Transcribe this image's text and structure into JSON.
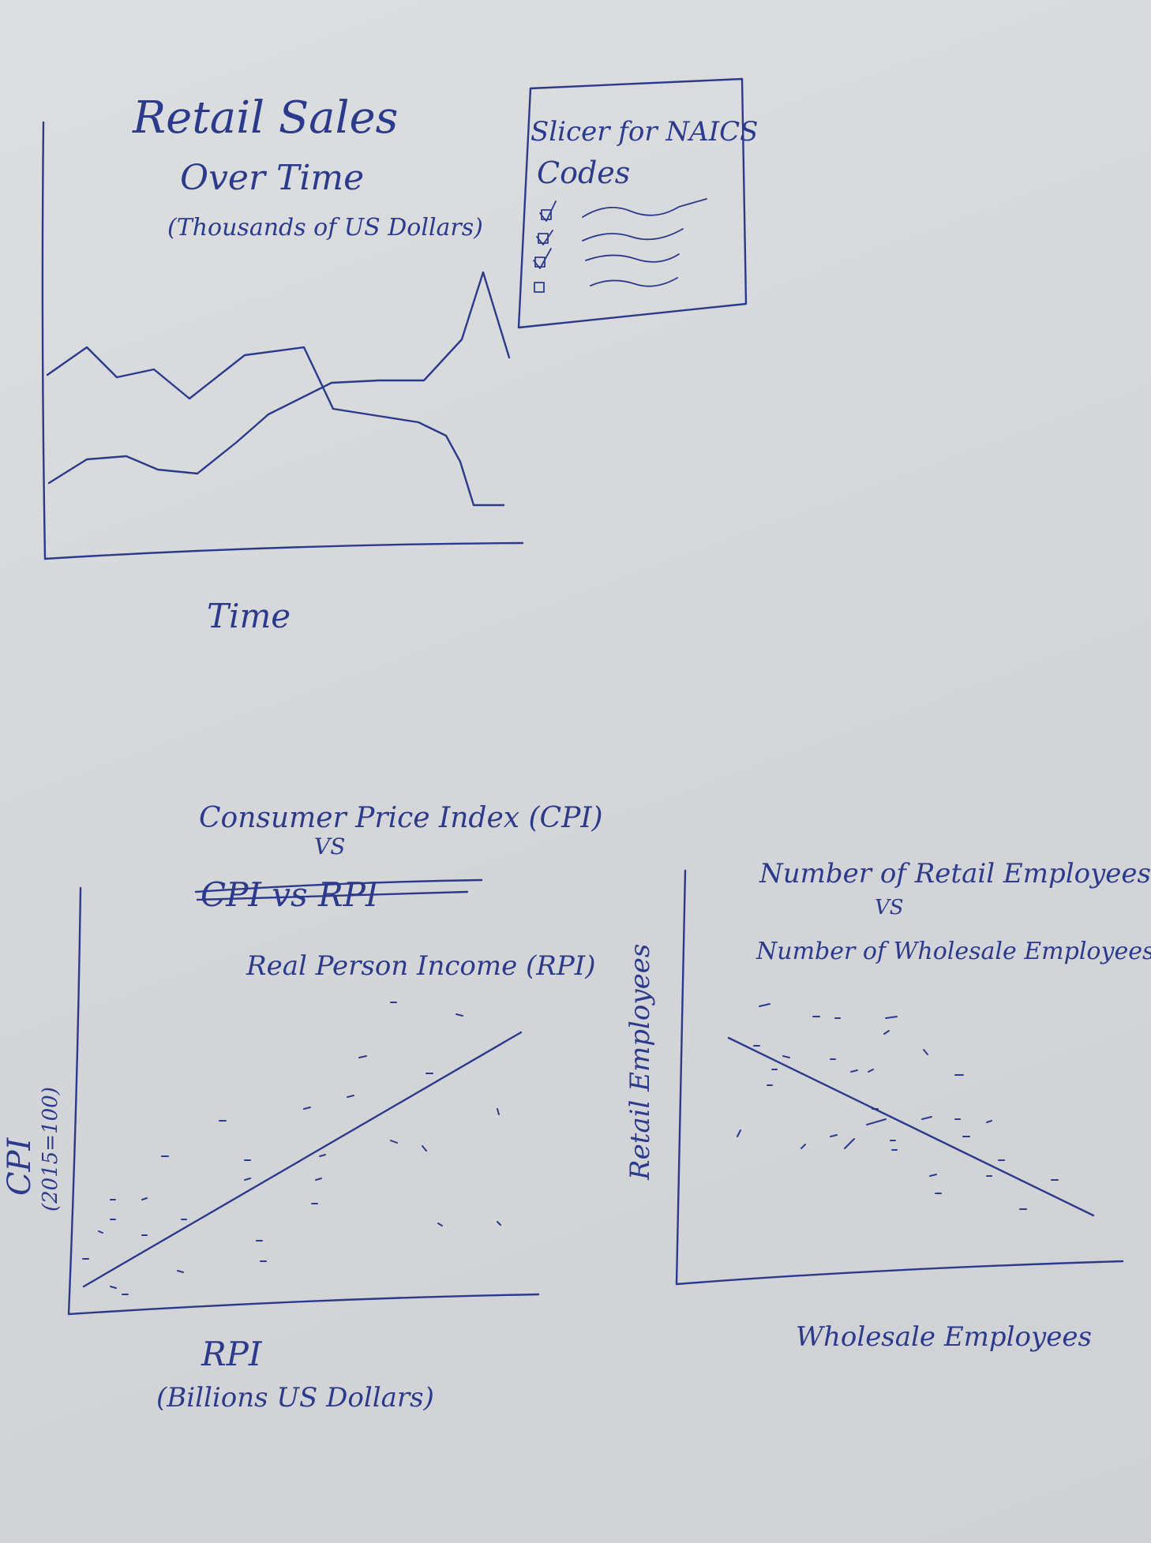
{
  "chart_retail_sales": {
    "title_line1": "Retail Sales",
    "title_line2": "Over Time",
    "title_line3": "(Thousands of US Dollars)",
    "xlabel": "Time"
  },
  "slicer": {
    "title_line1": "Slicer for NAICS",
    "title_line2": "Codes"
  },
  "chart_cpi_rpi": {
    "title_line1": "Consumer Price Index (CPI)",
    "title_vs": "VS",
    "struck_text": "CPI vs RPI",
    "title_line3": "Real Person Income (RPI)",
    "ylabel_line1": "CPI",
    "ylabel_line2": "(2015=100)",
    "xlabel_line1": "RPI",
    "xlabel_line2": "(Billions US Dollars)"
  },
  "chart_employees": {
    "title_line1": "Number of Retail Employees",
    "title_vs": "VS",
    "title_line3": "Number of Wholesale Employees",
    "ylabel": "Retail Employees",
    "xlabel": "Wholesale Employees"
  },
  "ink_color": "#2c3a8c"
}
